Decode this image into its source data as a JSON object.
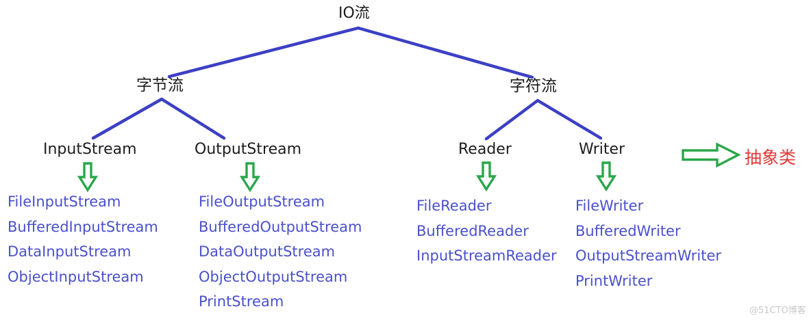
{
  "diagram_title": "IO流",
  "colors": {
    "tree_line": "#3c40c4",
    "node_text": "#1c1c1c",
    "class_text": "#4a50cb",
    "arrow_green": "#28a74a",
    "legend_red": "#e23939",
    "watermark_gray": "#c9c9c9",
    "background": "#ffffff"
  },
  "nodes": {
    "root": "IO流",
    "byte_stream": "字节流",
    "char_stream": "字符流"
  },
  "columns": [
    {
      "parent": "InputStream",
      "classes": [
        "FileInputStream",
        "BufferedInputStream",
        "DataInputStream",
        "ObjectInputStream"
      ]
    },
    {
      "parent": "OutputStream",
      "classes": [
        "FileOutputStream",
        "BufferedOutputStream",
        "DataOutputStream",
        "ObjectOutputStream",
        "PrintStream"
      ]
    },
    {
      "parent": "Reader",
      "classes": [
        "FileReader",
        "BufferedReader",
        "InputStreamReader"
      ]
    },
    {
      "parent": "Writer",
      "classes": [
        "FileWriter",
        "BufferedWriter",
        "OutputStreamWriter",
        "PrintWriter"
      ]
    }
  ],
  "legend": {
    "label": "抽象类"
  },
  "watermark": "@51CTO博客"
}
